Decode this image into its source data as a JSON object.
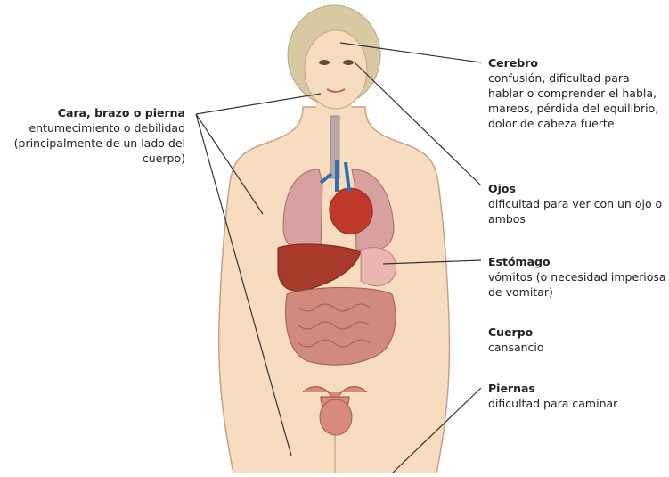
{
  "labels": {
    "face": {
      "title": "Cara, brazo o pierna",
      "desc": "entumecimiento o debilidad (principalmente de un lado del cuerpo)"
    },
    "brain": {
      "title": "Cerebro",
      "desc": "confusión, dificultad para hablar o comprender el habla, mareos, pérdida del equilibrio, dolor de cabeza fuerte"
    },
    "eyes": {
      "title": "Ojos",
      "desc": "dificultad para ver con un ojo o ambos"
    },
    "stomach": {
      "title": "Estómago",
      "desc": "vómitos (o necesidad imperiosa de vomitar)"
    },
    "body": {
      "title": "Cuerpo",
      "desc": "cansancio"
    },
    "legs": {
      "title": "Piernas",
      "desc": "dificultad para caminar"
    }
  },
  "colors": {
    "skin": "#f7dcc0",
    "skin_outline": "#c9a184",
    "hair": "#d8c9a3",
    "lung": "#d9a0a0",
    "heart": "#c0392b",
    "liver": "#a83a2b",
    "intestine": "#d28a7c",
    "stomach": "#eab7b0",
    "leader_line": "#333333"
  }
}
